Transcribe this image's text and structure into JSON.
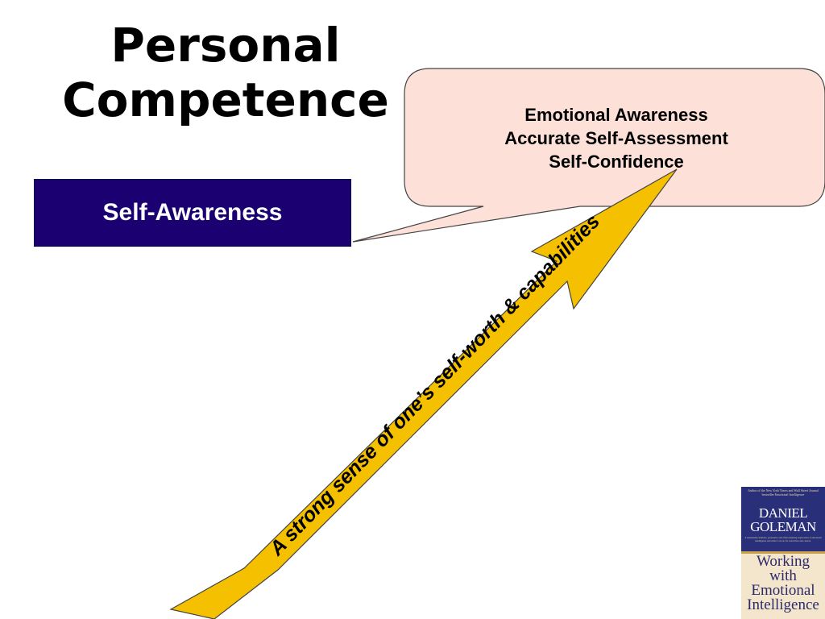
{
  "title": {
    "line1": "Personal",
    "line2": "Competence"
  },
  "callout": {
    "items": [
      "Emotional Awareness",
      "Accurate Self-Assessment",
      "Self-Confidence"
    ],
    "fill": "#fde0d8",
    "stroke": "#444444"
  },
  "category_box": {
    "label": "Self-Awareness",
    "fill": "#1a0070",
    "text_color": "#ffffff"
  },
  "arrow": {
    "label": "A strong sense of one’s self-worth & capabilities",
    "fill": "#f5c000",
    "stroke": "#444444"
  },
  "book": {
    "tagline": "Author of the New York Times and Wall Street Journal bestseller Emotional Intelligence",
    "author_line1": "DANIEL",
    "author_line2": "GOLEMAN",
    "blurb": "A remarkably intuitive, persuasive and often inspiring exploration of emotional intelligence and what it can do for executives and careers.",
    "title_lines": [
      "Working",
      "with",
      "Emotional",
      "Intelligence"
    ]
  }
}
